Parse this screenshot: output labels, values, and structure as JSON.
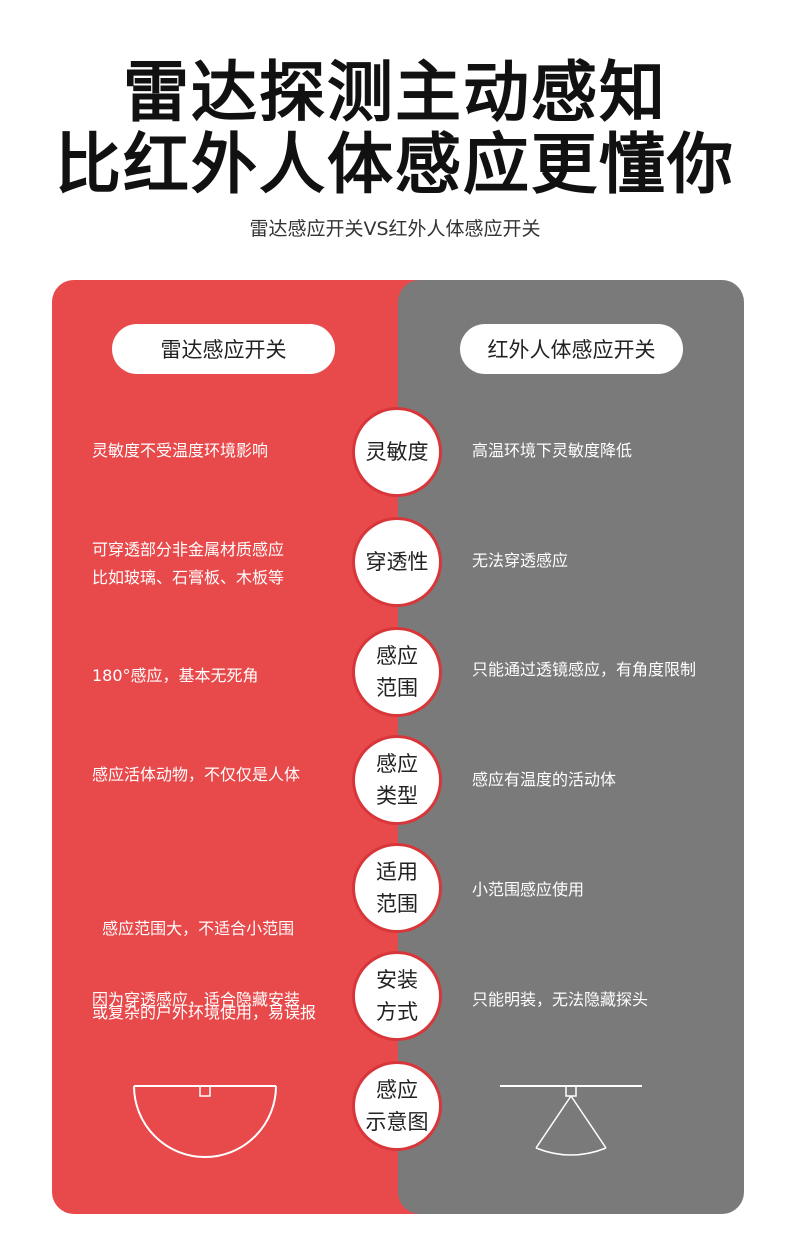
{
  "header": {
    "title_line1": "雷达探测主动感知",
    "title_line2": "比红外人体感应更懂你",
    "subtitle": "雷达感应开关VS红外人体感应开关"
  },
  "columns": {
    "left": "雷达感应开关",
    "right": "红外人体感应开关"
  },
  "rows": [
    {
      "label": [
        "灵敏度"
      ],
      "left": [
        "灵敏度不受温度环境影响"
      ],
      "right": [
        "高温环境下灵敏度降低"
      ]
    },
    {
      "label": [
        "穿透性"
      ],
      "left": [
        "可穿透部分非金属材质感应",
        "比如玻璃、石膏板、木板等"
      ],
      "right": [
        "无法穿透感应"
      ]
    },
    {
      "label": [
        "感应",
        "范围"
      ],
      "left": [
        "180°感应，基本无死角"
      ],
      "right": [
        "只能通过透镜感应，有角度限制"
      ]
    },
    {
      "label": [
        "感应",
        "类型"
      ],
      "left": [
        "感应活体动物，不仅仅是人体"
      ],
      "right": [
        "感应有温度的活动体"
      ]
    },
    {
      "label": [
        "适用",
        "范围"
      ],
      "left": [
        "  感应范围大，不适合小范围",
        "或复杂的户外环境使用，易误报"
      ],
      "right": [
        "小范围感应使用"
      ]
    },
    {
      "label": [
        "安装",
        "方式"
      ],
      "left": [
        "因为穿透感应，适合隐藏安装"
      ],
      "right": [
        "只能明装，无法隐藏探头"
      ]
    },
    {
      "label": [
        "感应",
        "示意图"
      ],
      "left": [],
      "right": []
    }
  ],
  "colors": {
    "radar_red": "#e8494b",
    "infrared_gray": "#7a7a7a"
  }
}
